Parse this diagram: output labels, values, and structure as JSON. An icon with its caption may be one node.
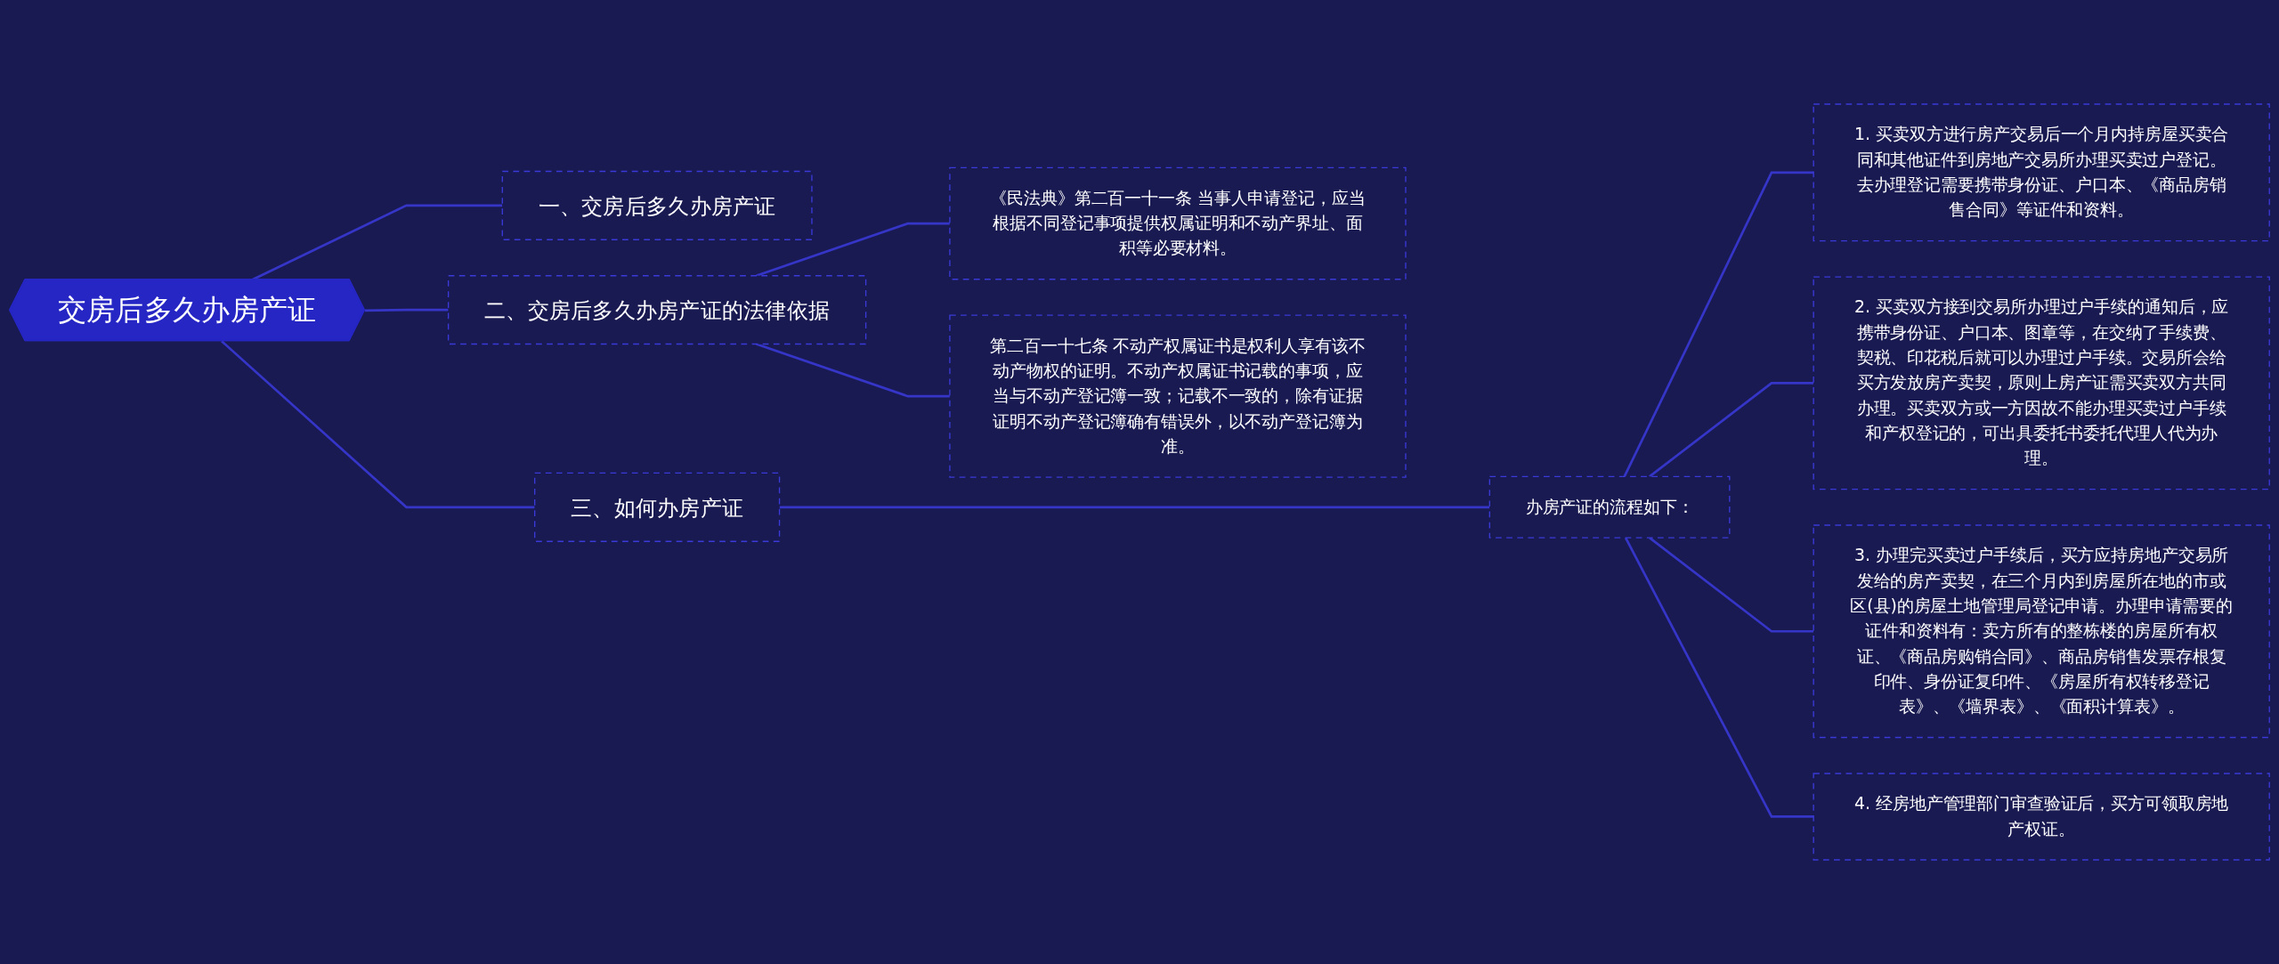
{
  "diagram": {
    "nodes": [
      {
        "text": [
          "交房后多久办房产证"
        ]
      },
      {
        "text": [
          "一、交房后多久办房产证"
        ]
      },
      {
        "text": [
          "二、交房后多久办房产证的法律依据"
        ]
      },
      {
        "text": [
          "《民法典》第二百一十一条 当事人申请登记，应当根据不同登记事项提供权属证明和不动产界址、面积等必要材料。"
        ]
      },
      {
        "text": [
          "第二百一十七条 不动产权属证书是权利人享有该不动产物权的证明。不动产权属证书记载的事项，应当与不动产登记簿一致；记载不一致的，除有证据证明不动产登记簿确有错误外，以不动产登记簿为准。"
        ]
      },
      {
        "text": [
          "三、如何办房产证"
        ]
      },
      {
        "text": [
          "办房产证的流程如下："
        ]
      },
      {
        "text": [
          "1. 买卖双方进行房产交易后一个月内持房屋买卖合同和其他证件到房地产交易所办理买卖过户登记。去办理登记需要携带身份证、户口本、《商品房销售合同》等证件和资料。"
        ]
      },
      {
        "text": [
          "2. 买卖双方接到交易所办理过户手续的通知后，应携带身份证、户口本、图章等，在交纳了手续费、契税、印花税后就可以办理过户手续。交易所会给买方发放房产卖契，原则上房产证需买卖双方共同办理。买卖双方或一方因故不能办理买卖过户手续和产权登记的，可出具委托书委托代理人代为办理。"
        ]
      },
      {
        "text": [
          "3. 办理完买卖过户手续后，买方应持房地产交易所发给的房产卖契，在三个月内到房屋所在地的市或区(县)的房屋土地管理局登记申请。办理申请需要的证件和资料有：卖方所有的整栋楼的房屋所有权证、《商品房购销合同》、商品房销售发票存根复印件、身份证复印件、《房屋所有权转移登记表》、《墙界表》、《面积计算表》。"
        ]
      },
      {
        "text": [
          "4. 经房地产管理部门审查验证后，买方可领取房地产权证。"
        ]
      }
    ],
    "edges": [
      {
        "from": 0,
        "to": 1,
        "arrow": "none"
      },
      {
        "from": 0,
        "to": 2,
        "arrow": "none"
      },
      {
        "from": 2,
        "to": 3,
        "arrow": "none"
      },
      {
        "from": 2,
        "to": 4,
        "arrow": "none"
      },
      {
        "from": 0,
        "to": 5,
        "arrow": "none"
      },
      {
        "from": 5,
        "to": 6,
        "arrow": "none"
      },
      {
        "from": 6,
        "to": 7,
        "arrow": "none"
      },
      {
        "from": 6,
        "to": 8,
        "arrow": "none"
      },
      {
        "from": 6,
        "to": 9,
        "arrow": "none"
      },
      {
        "from": 6,
        "to": 10,
        "arrow": "none"
      }
    ]
  }
}
